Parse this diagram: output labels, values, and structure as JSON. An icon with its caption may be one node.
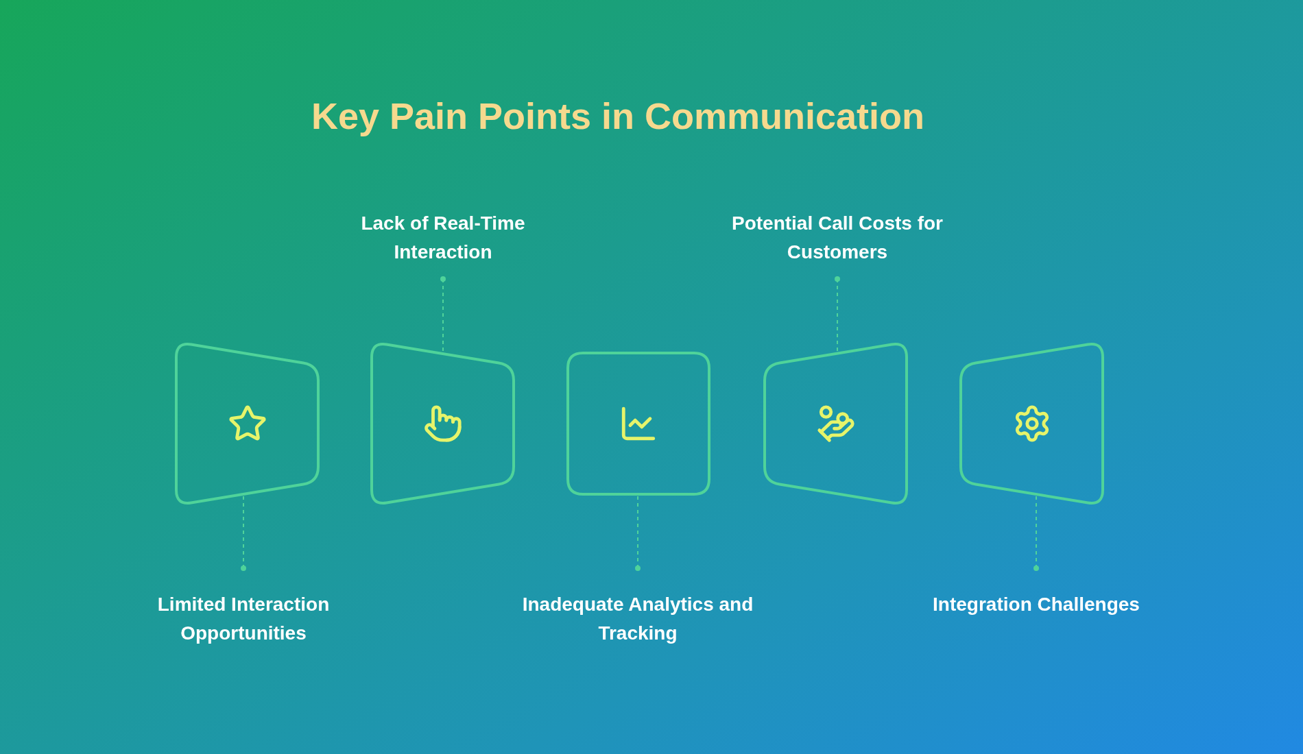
{
  "diagram": {
    "title": "Key Pain Points in Communication",
    "nodes": [
      {
        "text": [
          "Lack of Real-Time Interaction"
        ]
      },
      {
        "text": [
          "Potential Call Costs for Customers"
        ]
      },
      {
        "text": [],
        "shape": "trapezoid"
      },
      {
        "text": [],
        "shape": "trapezoid"
      },
      {
        "text": [],
        "shape": "box"
      },
      {
        "text": [],
        "shape": "trapezoid"
      },
      {
        "text": [],
        "shape": "trapezoid"
      },
      {
        "text": [
          "Limited Interaction Opportunities"
        ]
      },
      {
        "text": [
          "Inadequate Analytics and Tracking"
        ]
      },
      {
        "text": [
          "Integration Challenges"
        ]
      }
    ],
    "edges": [
      {
        "from": 0,
        "to": 3,
        "arrow": "other",
        "style": "dashed"
      },
      {
        "from": 1,
        "to": 5,
        "arrow": "other",
        "style": "dashed"
      },
      {
        "from": 7,
        "to": 2,
        "arrow": "other",
        "style": "dashed"
      },
      {
        "from": 8,
        "to": 4,
        "arrow": "other",
        "style": "dashed"
      },
      {
        "from": 9,
        "to": 6,
        "arrow": "other",
        "style": "dashed"
      }
    ]
  }
}
